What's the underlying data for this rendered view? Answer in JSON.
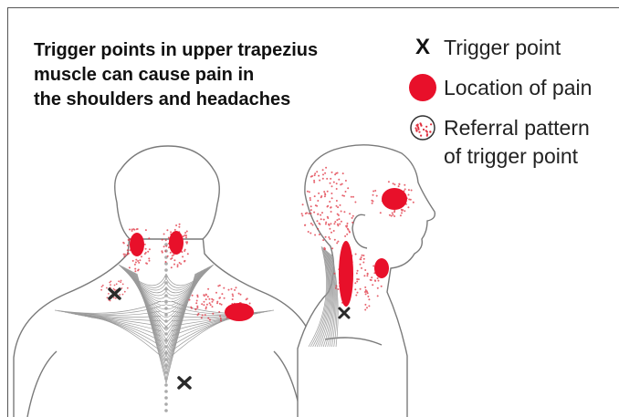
{
  "title": {
    "lines": [
      "Trigger points in upper trapezius",
      "muscle can cause pain in",
      "the shoulders and headaches"
    ]
  },
  "legend": {
    "trigger_point": {
      "symbol": "X",
      "label": "Trigger point"
    },
    "pain_location": {
      "label": "Location of pain"
    },
    "referral_pattern": {
      "lines": [
        "Referral pattern",
        "of trigger point"
      ]
    }
  },
  "colors": {
    "pain_red": "#e8102a",
    "referral_red": "#e0303e",
    "trigger_mark": "#2a2a2a",
    "outline": "#7a7a7a"
  },
  "icons": {
    "trigger_marker": "x-mark-icon",
    "pain_marker": "red-dot-icon",
    "referral_marker": "dotted-circle-icon"
  }
}
